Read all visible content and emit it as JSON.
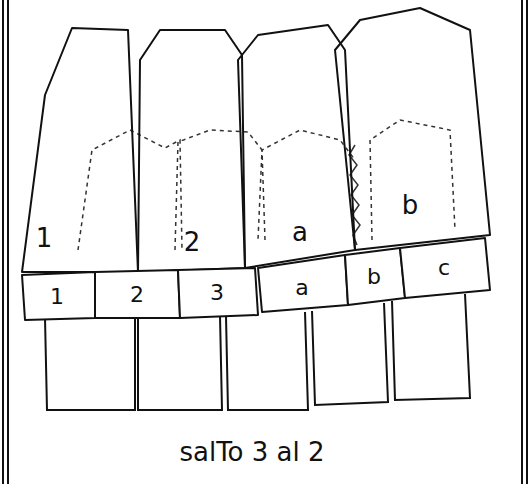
{
  "diagram": {
    "caption": "salTo 3 al 2",
    "nodes": [
      {
        "text": [
          "1"
        ]
      },
      {
        "text": [
          "2"
        ]
      },
      {
        "text": [
          "a"
        ]
      },
      {
        "text": [
          "b"
        ]
      },
      {
        "text": [
          "1"
        ]
      },
      {
        "text": [
          "2"
        ]
      },
      {
        "text": [
          "3"
        ]
      },
      {
        "text": [
          "a"
        ]
      },
      {
        "text": [
          "b"
        ]
      },
      {
        "text": [
          "c"
        ]
      }
    ]
  }
}
